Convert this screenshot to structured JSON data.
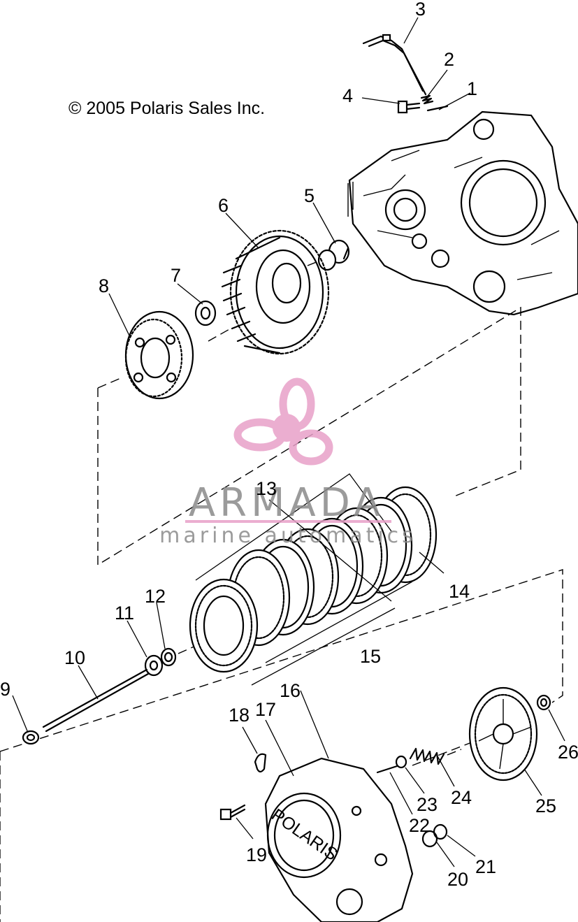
{
  "copyright": "© 2005 Polaris Sales Inc.",
  "watermark": {
    "name": "ARMADA",
    "tagline": "marine automatics",
    "accent_color": "#e8a0c8",
    "text_color": "#8a8a8a"
  },
  "callouts": [
    {
      "id": "1",
      "label": "1"
    },
    {
      "id": "2",
      "label": "2"
    },
    {
      "id": "3",
      "label": "3"
    },
    {
      "id": "4",
      "label": "4"
    },
    {
      "id": "5",
      "label": "5"
    },
    {
      "id": "6",
      "label": "6"
    },
    {
      "id": "7",
      "label": "7"
    },
    {
      "id": "8",
      "label": "8"
    },
    {
      "id": "9",
      "label": "9"
    },
    {
      "id": "10",
      "label": "10"
    },
    {
      "id": "11",
      "label": "11"
    },
    {
      "id": "12",
      "label": "12"
    },
    {
      "id": "13",
      "label": "13"
    },
    {
      "id": "14",
      "label": "14"
    },
    {
      "id": "15",
      "label": "15"
    },
    {
      "id": "16a",
      "label": "16"
    },
    {
      "id": "16b",
      "label": "16"
    },
    {
      "id": "17",
      "label": "17"
    },
    {
      "id": "18",
      "label": "18"
    },
    {
      "id": "19",
      "label": "19"
    },
    {
      "id": "20",
      "label": "20"
    },
    {
      "id": "21",
      "label": "21"
    },
    {
      "id": "22",
      "label": "22"
    },
    {
      "id": "23",
      "label": "23"
    },
    {
      "id": "24",
      "label": "24"
    },
    {
      "id": "25",
      "label": "25"
    },
    {
      "id": "26",
      "label": "26"
    }
  ],
  "cover_badge": "POLARIS"
}
